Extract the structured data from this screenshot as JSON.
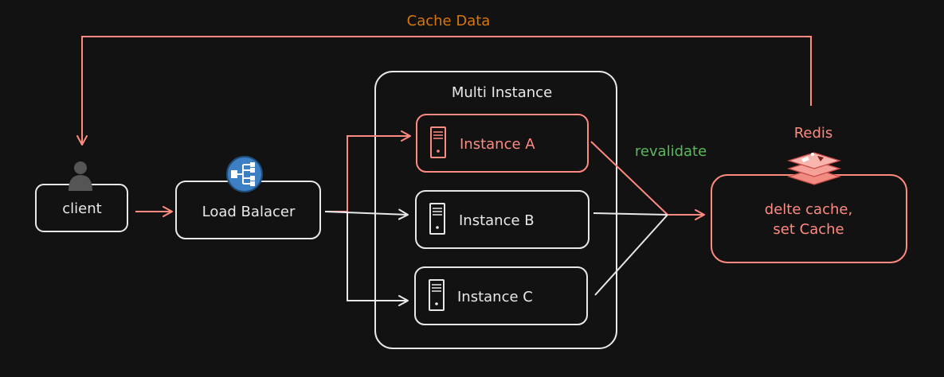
{
  "labels": {
    "cache_data": "Cache Data",
    "multi_instance": "Multi Instance",
    "revalidate": "revalidate",
    "redis": "Redis"
  },
  "nodes": {
    "client": "client",
    "load_balancer": "Load Balacer",
    "instance_a": "Instance A",
    "instance_b": "Instance B",
    "instance_c": "Instance C",
    "redis_box_line1": "delte cache,",
    "redis_box_line2": "set Cache"
  },
  "colors": {
    "background": "#121212",
    "white_stroke": "#e8e8e8",
    "red_stroke": "#ff8a80",
    "orange_text": "#d97706",
    "green_text": "#5cb85c",
    "lb_icon": "#3d7fc4",
    "user_icon": "#555555"
  },
  "icons": [
    "user-icon",
    "load-balancer-icon",
    "server-icon",
    "redis-icon"
  ]
}
